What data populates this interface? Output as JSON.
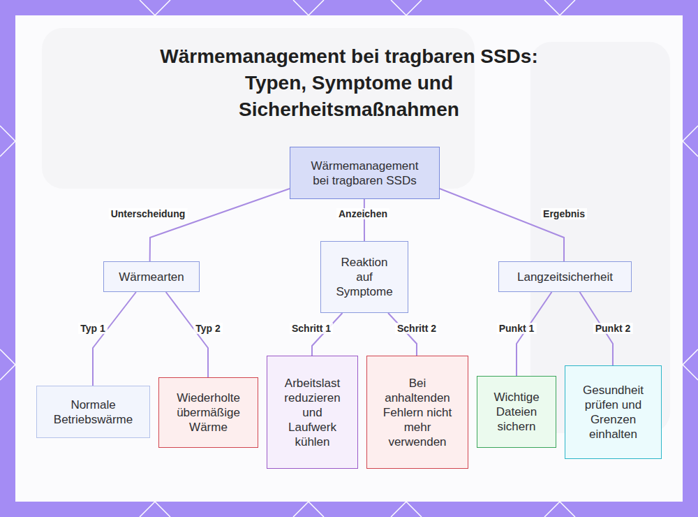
{
  "diagram": {
    "title": "Wärmemanagement bei tragbaren SSDs: Typen, Symptome und Sicherheitsmaßnahmen",
    "nodes": [
      {
        "text": [
          "Wärmemanagement bei tragbaren SSDs"
        ]
      },
      {
        "text": [
          "Wärmearten"
        ]
      },
      {
        "text": [
          "Reaktion auf Symptome"
        ]
      },
      {
        "text": [
          "Langzeitsicherheit"
        ]
      },
      {
        "text": [
          "Normale Betriebswärme"
        ]
      },
      {
        "text": [
          "Wiederholte übermäßige Wärme"
        ]
      },
      {
        "text": [
          "Arbeitslast reduzieren und Laufwerk kühlen"
        ]
      },
      {
        "text": [
          "Bei anhaltenden Fehlern nicht mehr verwenden"
        ]
      },
      {
        "text": [
          "Wichtige Dateien sichern"
        ]
      },
      {
        "text": [
          "Gesundheit prüfen und Grenzen einhalten"
        ]
      }
    ],
    "edges": [
      {
        "from": 0,
        "to": 1,
        "label": "Unterscheidung",
        "arrow": "none"
      },
      {
        "from": 0,
        "to": 2,
        "label": "Anzeichen",
        "arrow": "none"
      },
      {
        "from": 0,
        "to": 3,
        "label": "Ergebnis",
        "arrow": "none"
      },
      {
        "from": 1,
        "to": 4,
        "label": "Typ 1",
        "arrow": "none"
      },
      {
        "from": 1,
        "to": 5,
        "label": "Typ 2",
        "arrow": "none"
      },
      {
        "from": 2,
        "to": 6,
        "label": "Schritt 1",
        "arrow": "none"
      },
      {
        "from": 2,
        "to": 7,
        "label": "Schritt 2",
        "arrow": "none"
      },
      {
        "from": 3,
        "to": 8,
        "label": "Punkt 1",
        "arrow": "none"
      },
      {
        "from": 3,
        "to": 9,
        "label": "Punkt 2",
        "arrow": "none"
      }
    ]
  }
}
